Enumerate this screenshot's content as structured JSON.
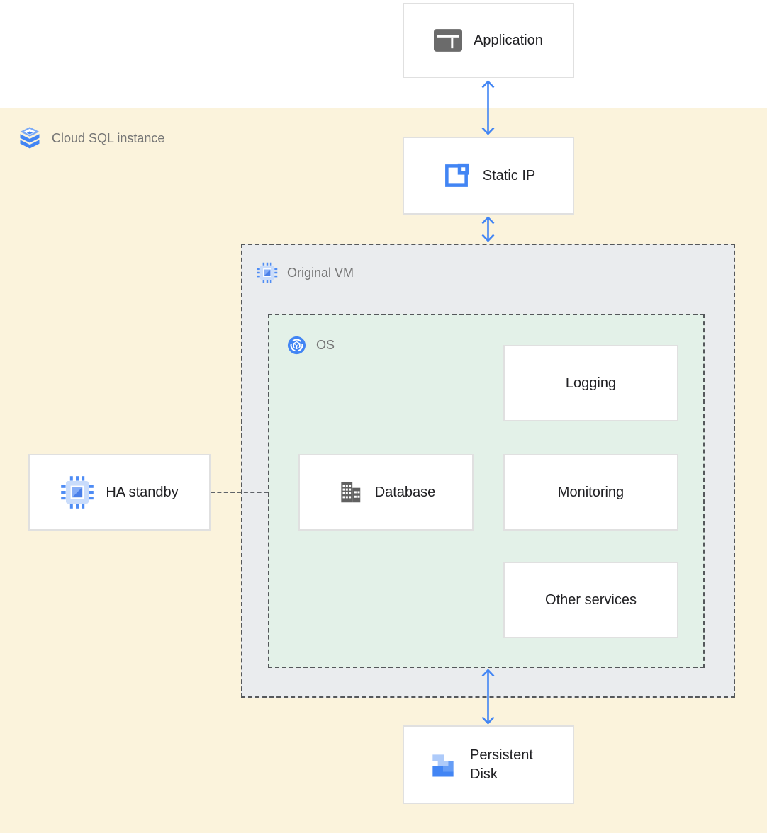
{
  "labels": {
    "region": "Cloud SQL instance",
    "vm": "Original VM",
    "os": "OS"
  },
  "nodes": {
    "application": "Application",
    "static_ip": "Static IP",
    "ha_standby": "HA standby",
    "database": "Database",
    "logging": "Logging",
    "monitoring": "Monitoring",
    "other_services": "Other services",
    "persistent_disk": "Persistent Disk"
  },
  "icons": {
    "application": "application-window-icon",
    "cloud_sql": "cloud-sql-icon",
    "static_ip": "static-ip-icon",
    "original_vm": "compute-engine-icon",
    "ha_standby": "compute-engine-icon",
    "os": "os-icon",
    "database": "database-icon",
    "persistent_disk": "persistent-disk-icon"
  },
  "edges": [
    {
      "from": "application",
      "to": "static_ip",
      "type": "bidirectional-arrow"
    },
    {
      "from": "static_ip",
      "to": "original_vm",
      "type": "bidirectional-arrow"
    },
    {
      "from": "ha_standby",
      "to": "os",
      "type": "dashed-line"
    },
    {
      "from": "os",
      "to": "persistent_disk",
      "type": "bidirectional-arrow"
    }
  ],
  "colors": {
    "accent_blue": "#4285F4",
    "region_bg": "#FBF3DC",
    "vm_bg": "#EAECEE",
    "os_bg": "#E3F1E8",
    "box_border": "#E0E0E0",
    "dash_border": "#55585B",
    "label_gray": "#757575",
    "text_dark": "#212124"
  }
}
